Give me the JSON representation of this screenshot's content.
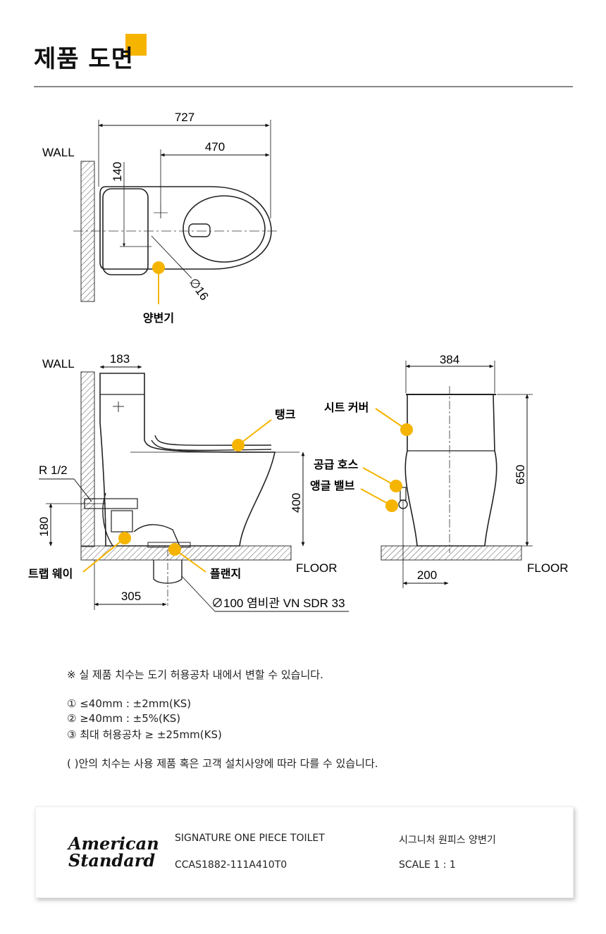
{
  "page": {
    "title": "제품 도면",
    "accent_color": "#f5b400"
  },
  "top_view": {
    "wall_label": "WALL",
    "dim_overall": "727",
    "dim_center": "470",
    "dim_side": "140",
    "dim_pipe": "∅16",
    "callout_toilet": "양변기"
  },
  "side_view": {
    "wall_label": "WALL",
    "dim_top": "183",
    "dim_height": "400",
    "dim_supply": "180",
    "dim_drain": "305",
    "supply_label": "R 1/2",
    "floor_label": "FLOOR",
    "callout_tank": "탱크",
    "callout_trapway": "트랩 웨이",
    "callout_flange": "플랜지",
    "pipe_spec": "∅100 염비관 VN SDR 33"
  },
  "front_view": {
    "dim_width": "384",
    "dim_height": "650",
    "dim_offset": "200",
    "floor_label": "FLOOR",
    "callout_seat_cover": "시트 커버",
    "callout_supply_hose": "공급 호스",
    "callout_angle_valve": "앵글 밸브"
  },
  "notes": {
    "disclaimer": "※ 실 제품 치수는 도기 허용공차 내에서 변할 수 있습니다.",
    "tolerance_1": "①  ≤40mm : ±2mm(KS)",
    "tolerance_2": "②  ≥40mm : ±5%(KS)",
    "tolerance_3": "③ 최대 허용공차 ≥ ±25mm(KS)",
    "parenthesis_note": "( )안의 치수는 사용 제품 혹은 고객 설치사양에 따라 다를 수 있습니다."
  },
  "footer": {
    "brand_line1": "American",
    "brand_line2": "Standard",
    "product_name_en": "SIGNATURE ONE PIECE TOILET",
    "model_code": "CCAS1882-111A410T0",
    "product_name_ko": "시그니처 원피스 양변기",
    "scale": "SCALE 1 : 1"
  }
}
